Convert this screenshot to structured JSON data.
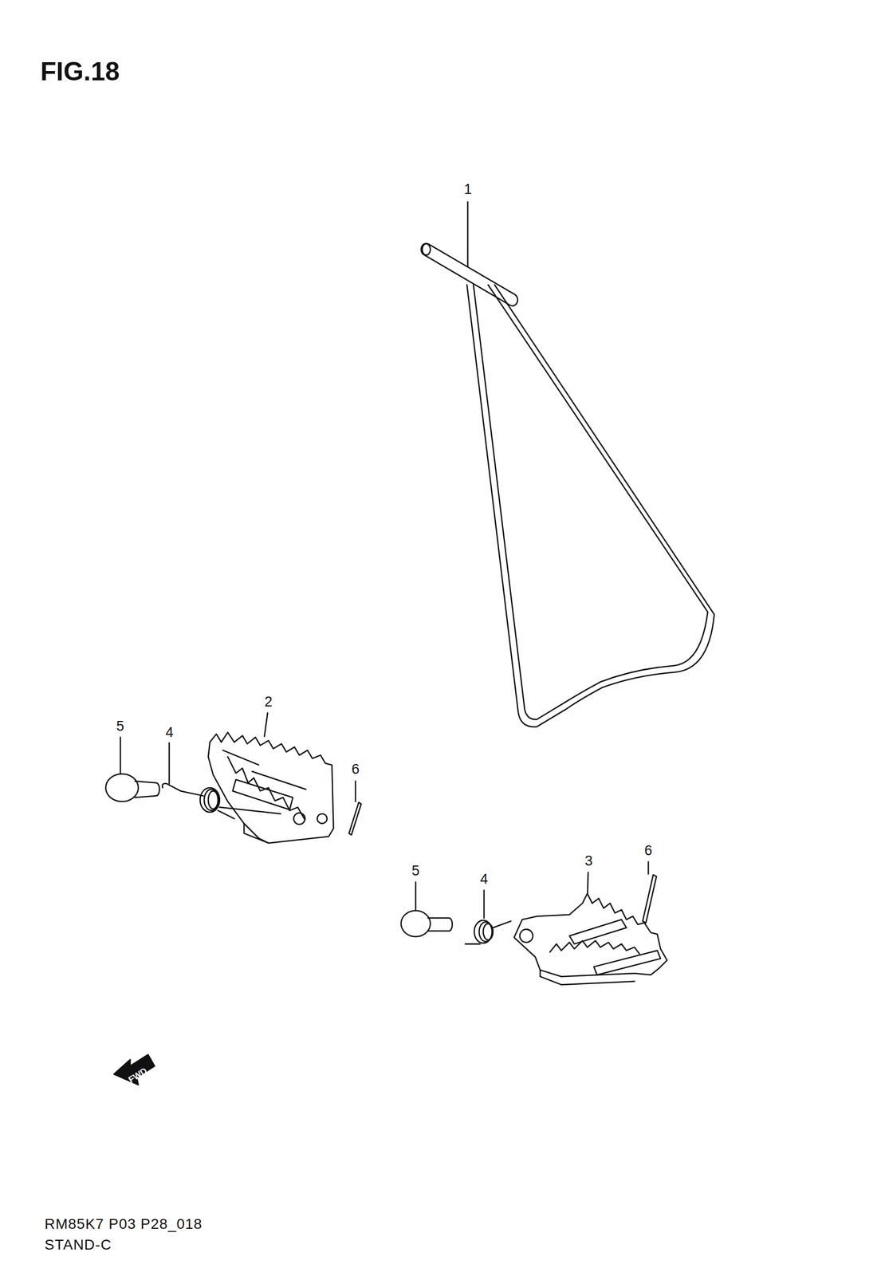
{
  "diagram": {
    "title": "FIG.18",
    "labels": [
      "1",
      "2",
      "5",
      "4",
      "6",
      "5",
      "4",
      "3",
      "6",
      "FWD",
      "RM85K7 P03 P28_018",
      "STAND-C"
    ]
  }
}
